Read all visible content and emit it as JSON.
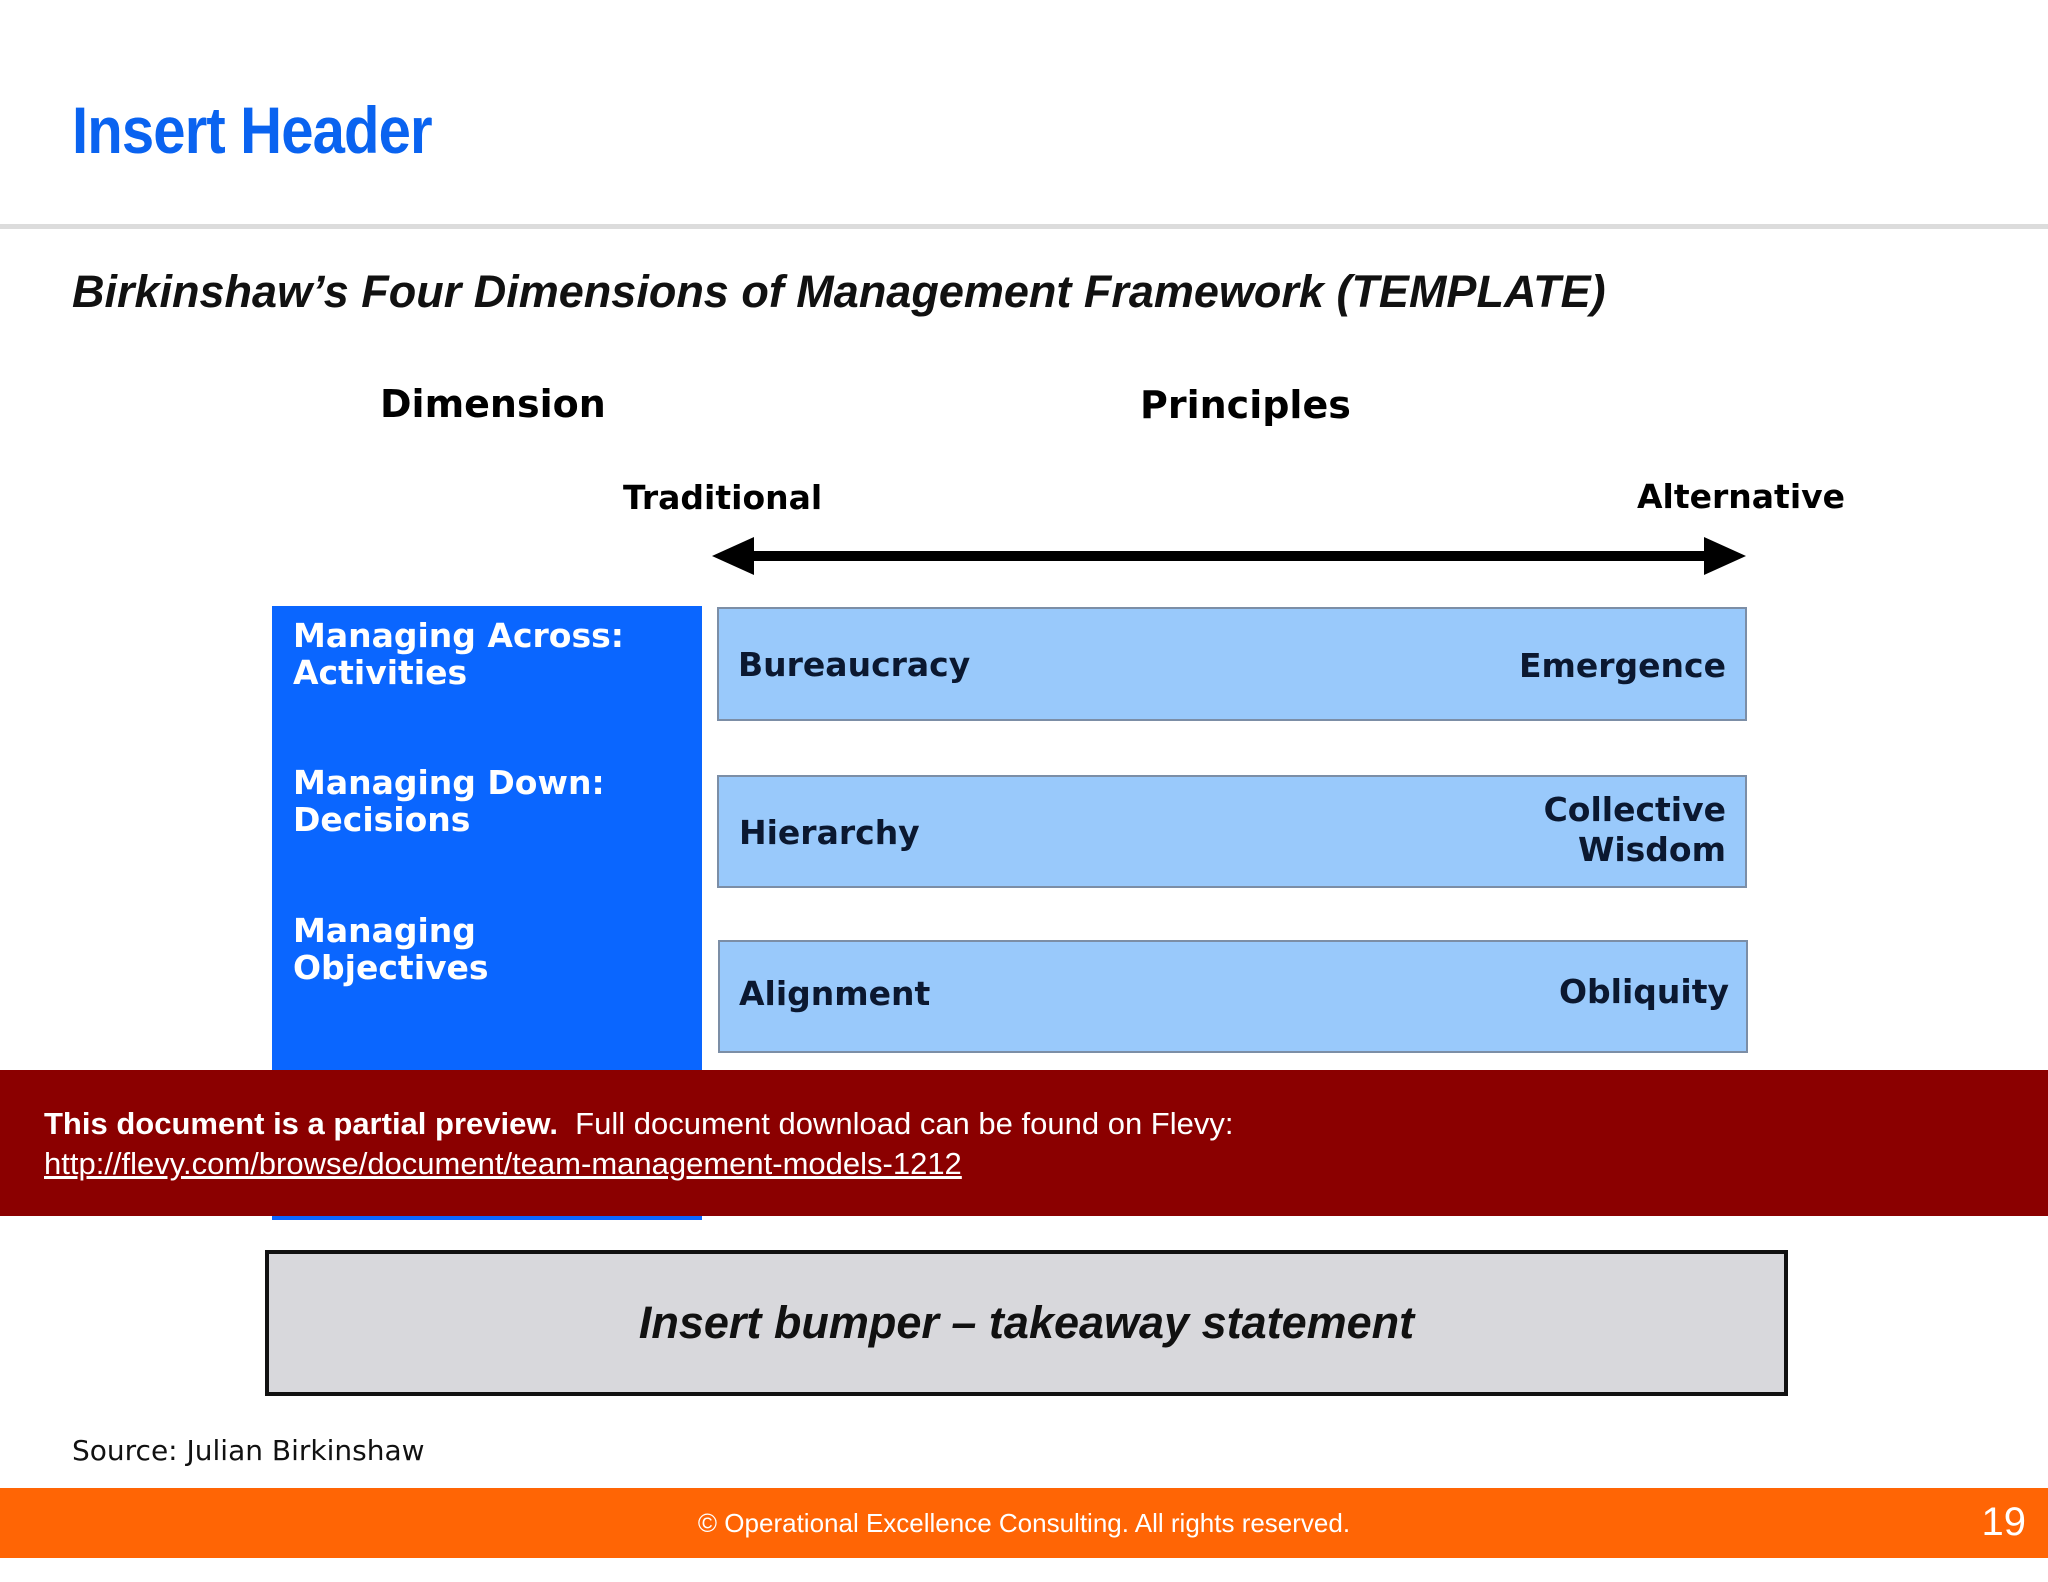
{
  "header": {
    "title": "Insert Header"
  },
  "subtitle": "Birkinshaw’s Four Dimensions of Management Framework (TEMPLATE)",
  "columns": {
    "dimension": "Dimension",
    "principles": "Principles"
  },
  "spectrum": {
    "left_label": "Traditional",
    "right_label": "Alternative"
  },
  "dimensions": [
    {
      "line1": "Managing Across:",
      "line2": "Activities"
    },
    {
      "line1": "Managing Down:",
      "line2": "Decisions"
    },
    {
      "line1": "Managing",
      "line2": "Objectives"
    }
  ],
  "principles": [
    {
      "traditional": "Bureaucracy",
      "alternative_line1": "Emergence",
      "alternative_line2": ""
    },
    {
      "traditional": "Hierarchy",
      "alternative_line1": "Collective",
      "alternative_line2": "Wisdom"
    },
    {
      "traditional": "Alignment",
      "alternative_line1": "Obliquity",
      "alternative_line2": ""
    }
  ],
  "preview_banner": {
    "bold_text": "This document is a partial preview.",
    "text": "Full document download can be found on Flevy:",
    "link": "http://flevy.com/browse/document/team-management-models-1212"
  },
  "bumper": "Insert bumper – takeaway statement",
  "source": "Source: Julian Birkinshaw",
  "footer": {
    "copyright": "© Operational Excellence Consulting.  All rights reserved.",
    "page_number": "19"
  },
  "colors": {
    "header_blue": "#0a63f0",
    "dimension_blue": "#0a66ff",
    "principle_bar": "#99c9fb",
    "banner_red": "#8b0000",
    "footer_orange": "#ff6505"
  }
}
